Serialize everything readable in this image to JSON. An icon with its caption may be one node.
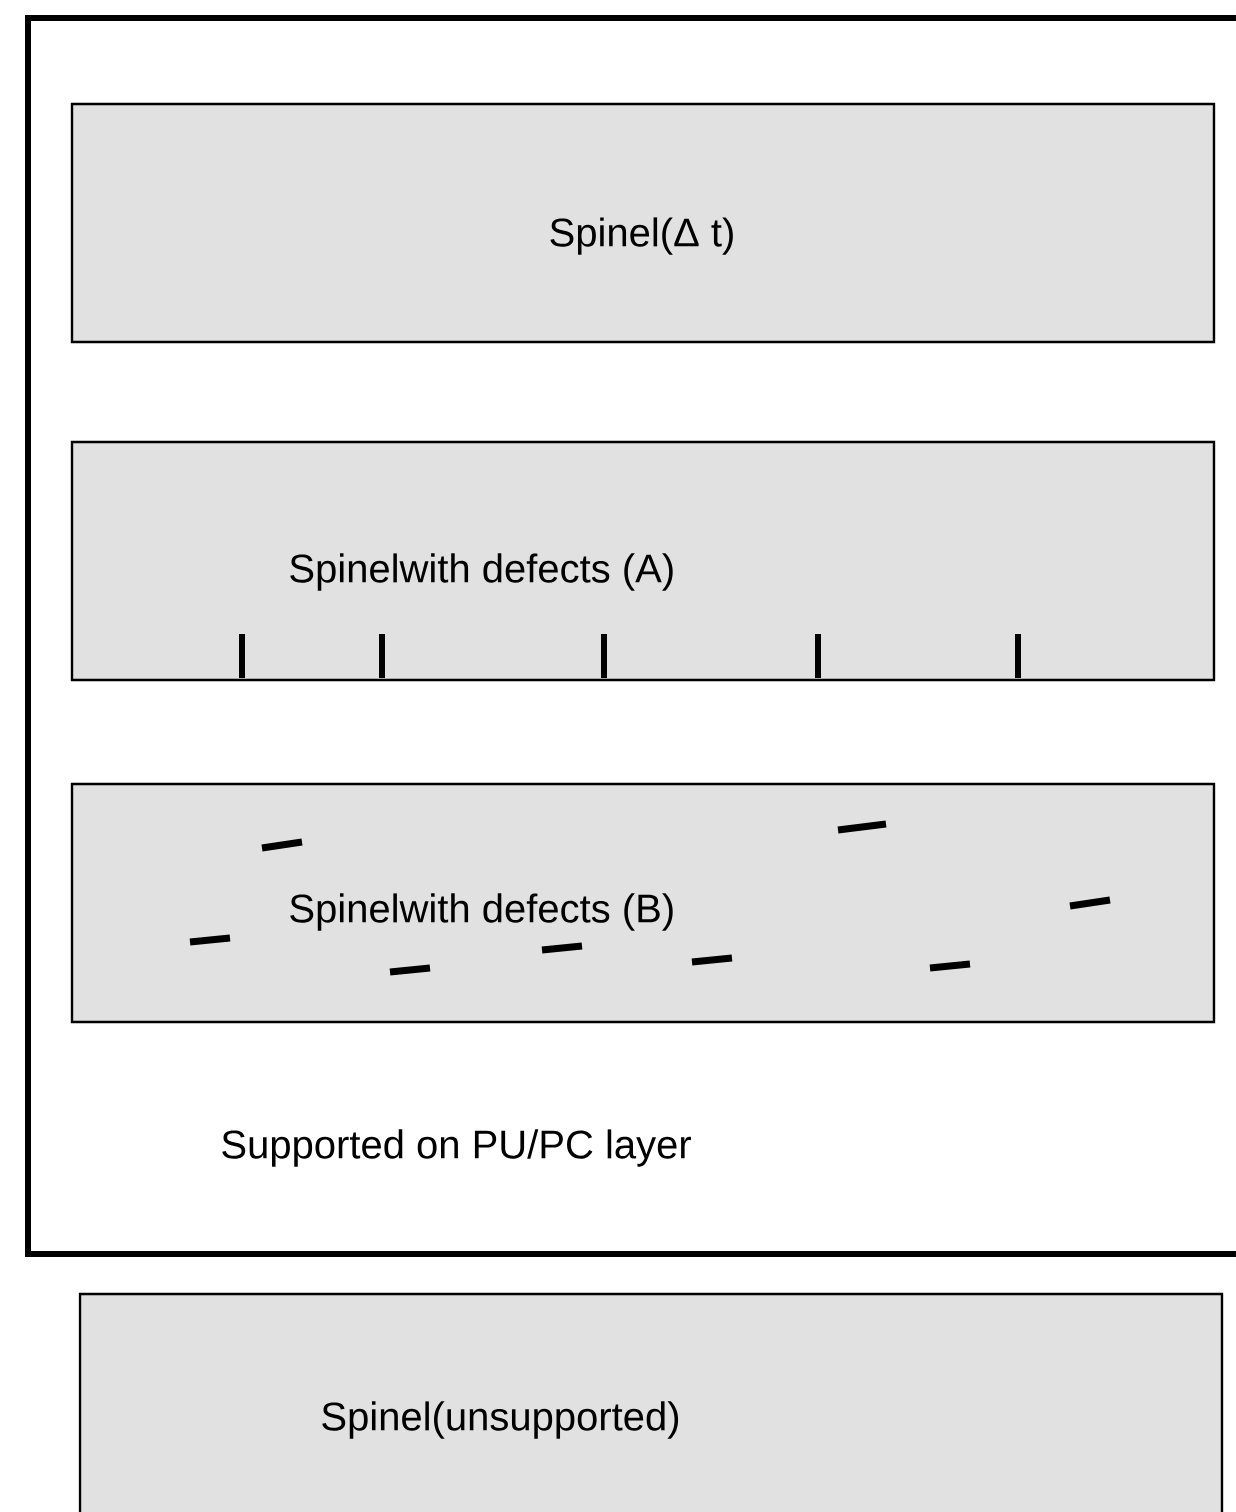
{
  "diagram": {
    "nodes": [
      {
        "text": [
          "Supported on PU/PC layer"
        ]
      },
      {
        "text": [
          "Spinel(Δ t)"
        ],
        "in": 0
      },
      {
        "text": [
          "Spinelwith defects (A)"
        ],
        "in": 0
      },
      {
        "text": [
          "Spinelwith defects (B)"
        ],
        "in": 0
      },
      {
        "text": [
          "Spinel(unsupported)"
        ]
      }
    ]
  }
}
